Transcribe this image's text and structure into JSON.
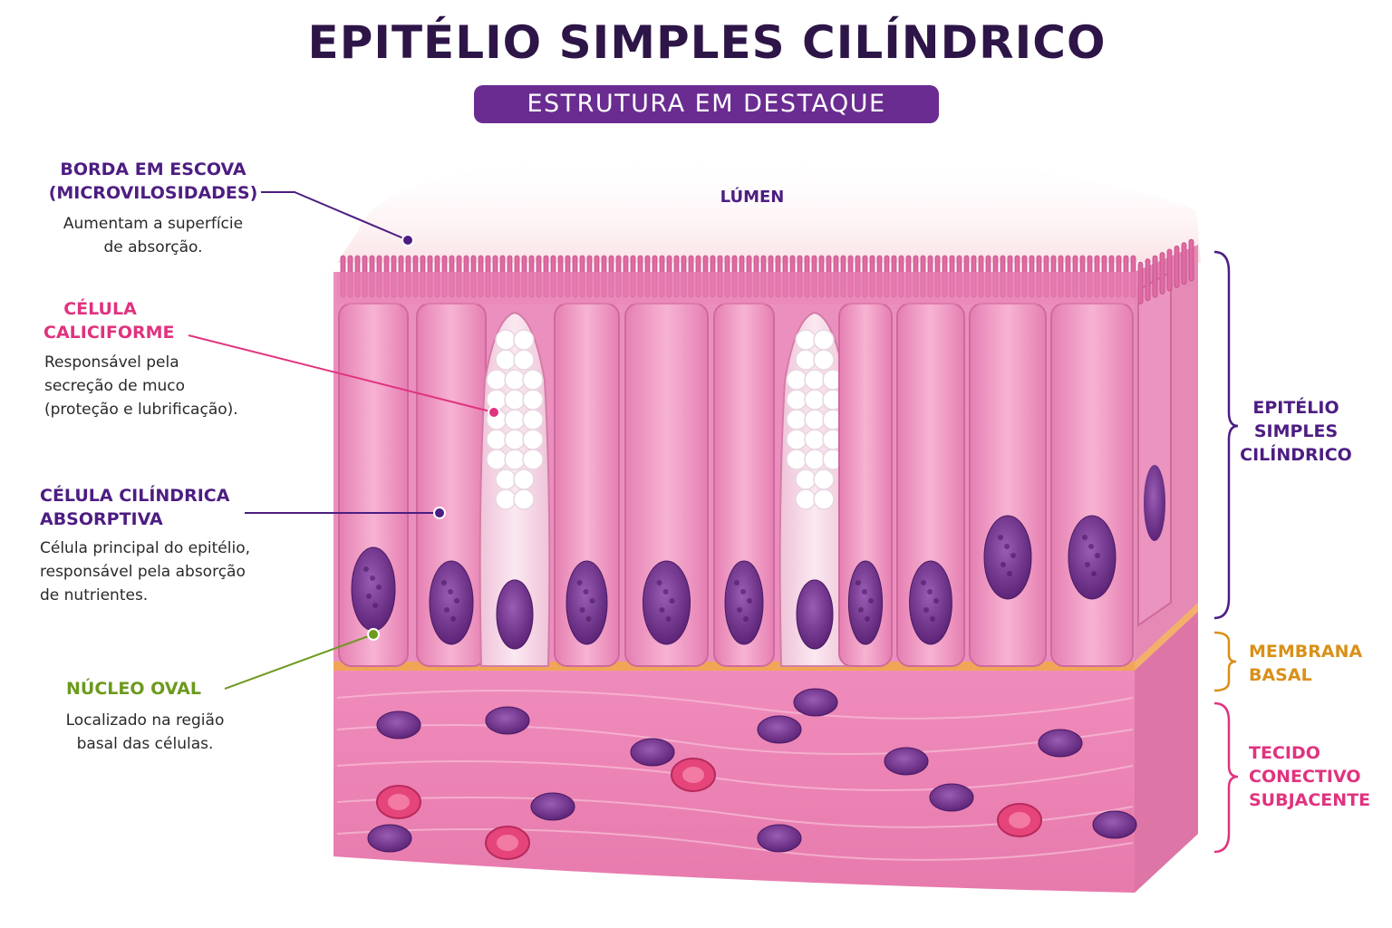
{
  "header": {
    "title": "EPITÉLIO SIMPLES CILÍNDRICO",
    "subtitle": "ESTRUTURA EM DESTAQUE"
  },
  "lumen_label": "LÚMEN",
  "callouts": {
    "brush_border": {
      "title": "BORDA EM ESCOVA\n(MICROVILOSIDADES)",
      "description": "Aumentam a superfície\nde absorção."
    },
    "goblet_cell": {
      "title": "CÉLULA\nCALICIFORME",
      "description": "Responsável pela\nsecreção de muco\n(proteção e lubrificação)."
    },
    "absorptive_cell": {
      "title": "CÉLULA CILÍNDRICA\nABSORPTIVA",
      "description": "Célula principal do epitélio,\nresponsável pela absorção\nde nutrientes."
    },
    "oval_nucleus": {
      "title": "NÚCLEO OVAL",
      "description": "Localizado na região\nbasal das células."
    }
  },
  "layers": {
    "epithelium": "EPITÉLIO\nSIMPLES\nCILÍNDRICO",
    "basal_membrane": "MEMBRANA\nBASAL",
    "connective_tissue": "TECIDO\nCONECTIVO\nSUBJACENTE"
  },
  "colors": {
    "title": "#2e1548",
    "subtitle_bg": "#6a2c91",
    "purple": "#4d1d82",
    "pink": "#e0337f",
    "green": "#6c9a1e",
    "orange": "#d99019",
    "cell": "#f19ac5",
    "nucleus": "#7c3a98"
  }
}
